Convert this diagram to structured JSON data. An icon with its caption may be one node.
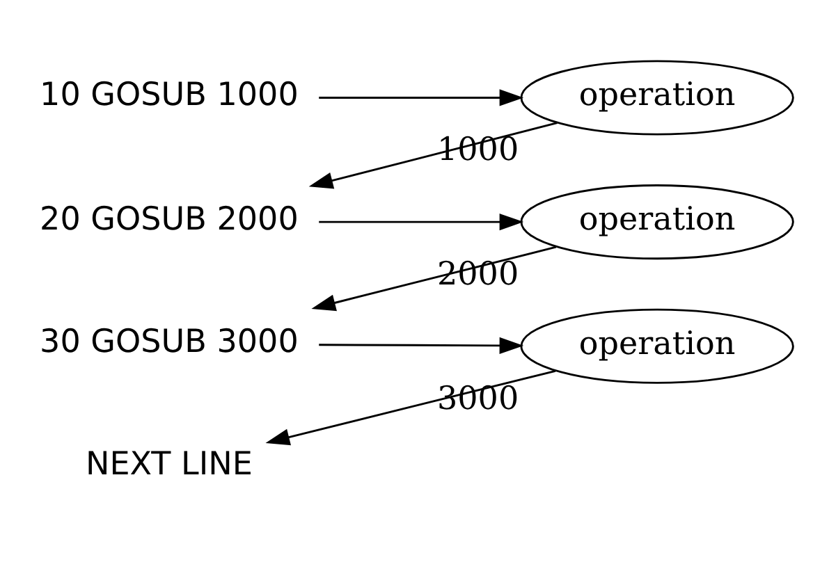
{
  "diagram": {
    "nodes": [
      {
        "text": [
          "10 GOSUB 1000"
        ]
      },
      {
        "text": [
          "20 GOSUB 2000"
        ]
      },
      {
        "text": [
          "30 GOSUB 3000"
        ]
      },
      {
        "text": [
          "NEXT LINE"
        ]
      },
      {
        "text": [
          "operation"
        ],
        "beside": [
          "1000"
        ]
      },
      {
        "text": [
          "operation"
        ],
        "beside": [
          "2000"
        ]
      },
      {
        "text": [
          "operation"
        ],
        "beside": [
          "3000"
        ]
      }
    ],
    "edges": [
      {
        "from": 0,
        "to": 4,
        "arrow": "to"
      },
      {
        "from": 4,
        "to": 1,
        "arrow": "to"
      },
      {
        "from": 1,
        "to": 5,
        "arrow": "to"
      },
      {
        "from": 5,
        "to": 2,
        "arrow": "to"
      },
      {
        "from": 2,
        "to": 6,
        "arrow": "to"
      },
      {
        "from": 6,
        "to": 3,
        "arrow": "to"
      }
    ]
  }
}
